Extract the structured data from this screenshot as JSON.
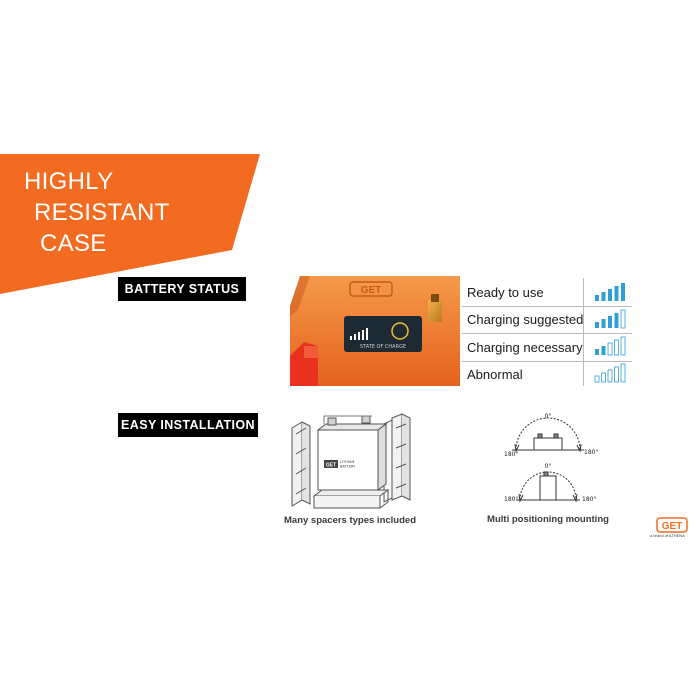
{
  "banner": {
    "line1": "HIGHLY",
    "line2": "RESISTANT",
    "line3": "CASE"
  },
  "sections": {
    "battery_status": "BATTERY STATUS",
    "easy_installation": "EASY INSTALLATION"
  },
  "battery": {
    "brand": "GET",
    "gauge_label": "STATE OF CHARGE"
  },
  "status_levels": [
    {
      "label": "Ready to use",
      "filled_bars": 5
    },
    {
      "label": "Charging suggested",
      "filled_bars": 4
    },
    {
      "label": "Charging necessary",
      "filled_bars": 2
    },
    {
      "label": "Abnormal",
      "filled_bars": 0
    }
  ],
  "installation": {
    "spacers_caption": "Many spacers types included",
    "mounting_caption": "Multi positioning mounting",
    "battery_label_line1": "LITHIUM",
    "battery_label_line2": "BATTERY",
    "angle_top": "0°",
    "angle_left": "180°",
    "angle_right": "180°"
  },
  "logo": {
    "text": "GET",
    "subtext": "a brand of ATHENA"
  },
  "colors": {
    "accent_orange": "#f26b21",
    "bar_blue": "#2f9fd8",
    "battery_orange": "#f07a2e"
  }
}
